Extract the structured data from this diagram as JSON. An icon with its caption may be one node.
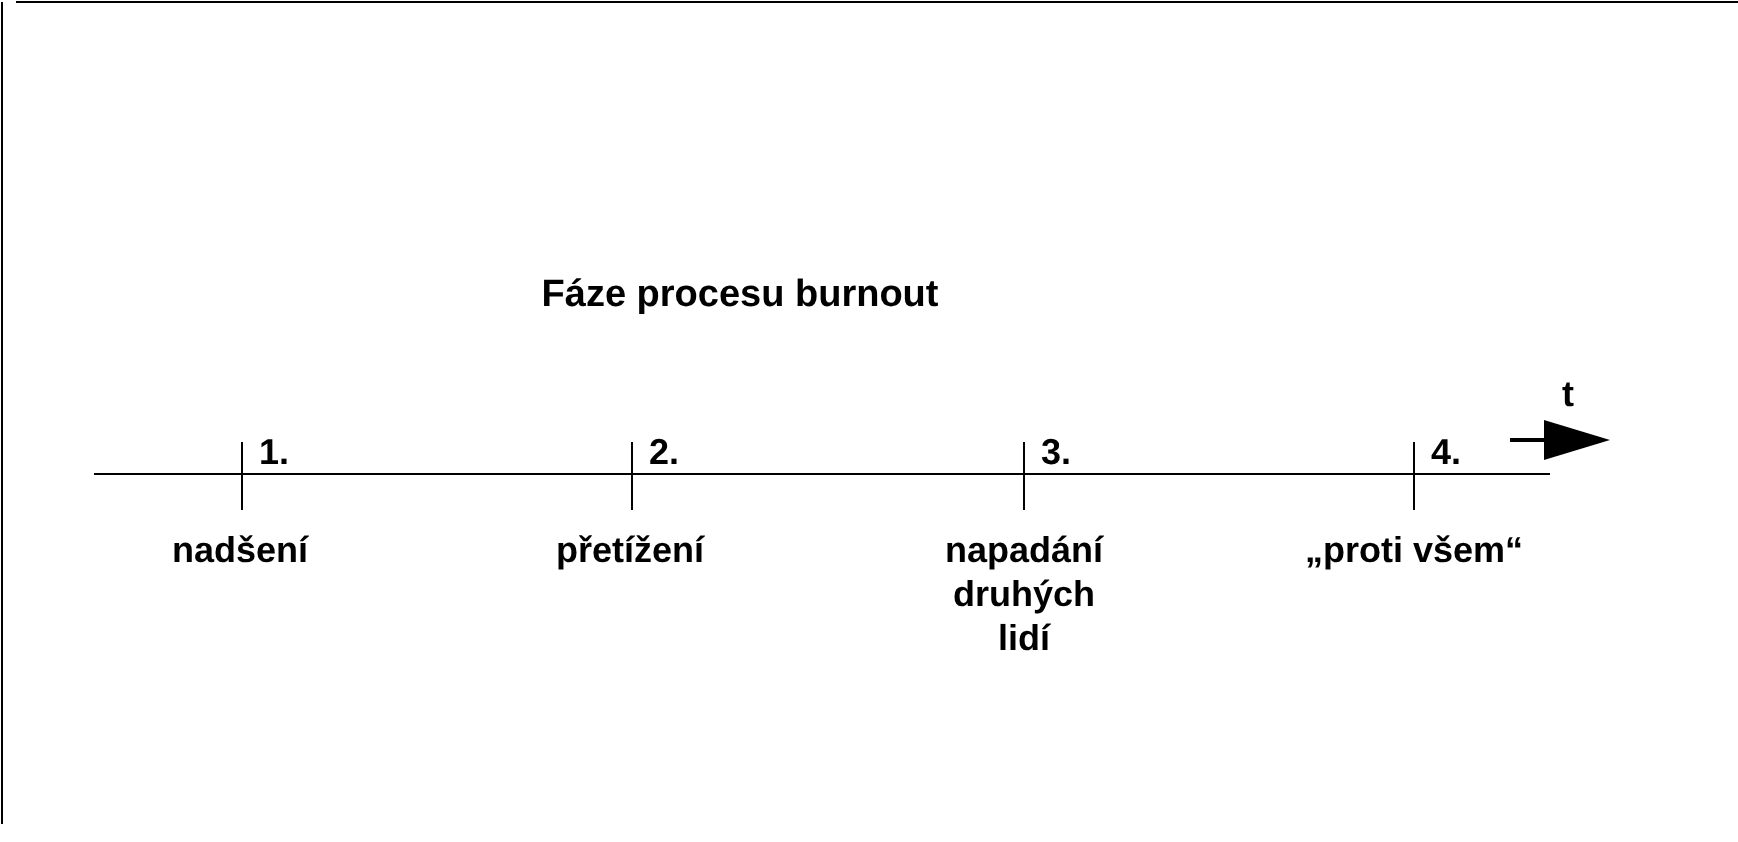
{
  "diagram": {
    "title": "Fáze procesu burnout",
    "labels": [
      "t",
      "1.",
      "2.",
      "3.",
      "4.",
      "nadšení",
      "přetížení",
      "napadání druhých lidí",
      "„proti všem“"
    ]
  }
}
